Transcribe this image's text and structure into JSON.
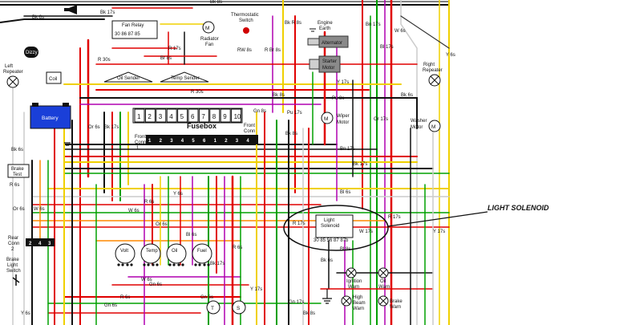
{
  "diagram": {
    "callout": "LIGHT SOLENOID",
    "components": {
      "fan_relay": "Fan Relay",
      "fan_relay_pins": "30  86  87  85",
      "thermostatic_switch": [
        "Thermostatic",
        "Switch"
      ],
      "radiator_fan": [
        "Radiator",
        "Fan"
      ],
      "engine_earth": [
        "Engine",
        "Earth"
      ],
      "alternator": "Alternator",
      "starter_motor": [
        "Starter",
        "Motor"
      ],
      "left_repeater": [
        "Left",
        "Repeater"
      ],
      "right_repeater": [
        "Right",
        "Repeater"
      ],
      "dizzy": "Dizzy",
      "coil": "Coil",
      "battery": "Battery",
      "oil_sender": "Oil Sender",
      "temp_sender": "Temp Sender",
      "fusebox": "Fusebox",
      "fuse_numbers": [
        "1",
        "2",
        "3",
        "4",
        "5",
        "6",
        "7",
        "8",
        "9",
        "10"
      ],
      "front_conn_1": [
        "Front",
        "Conn",
        "1"
      ],
      "front_conn_2": [
        "Front",
        "Conn",
        "2"
      ],
      "lower_fuse_numbers": [
        "1",
        "2",
        "3",
        "4",
        "5",
        "6",
        "1",
        "2",
        "3",
        "4"
      ],
      "wiper_motor": [
        "Wiper",
        "Motor"
      ],
      "washer_motor": [
        "Washer",
        "Motor"
      ],
      "brake_test": [
        "Brake",
        "Test"
      ],
      "rear_conn_2": [
        "Rear",
        "Conn",
        "2"
      ],
      "rear_conn_pins": [
        "2",
        "4",
        "3"
      ],
      "brake_light_switch": [
        "Brake",
        "Light",
        "Switch"
      ],
      "light_solenoid": [
        "Light",
        "Solenoid"
      ],
      "solenoid_pins": "30 85 56 87 87b",
      "ignition_warn": [
        "Ignition",
        "Warn"
      ],
      "oil_warn": [
        "Oil",
        "Warn"
      ],
      "high_beam_warn": [
        "High",
        "Beam",
        "Warn"
      ],
      "brake_warn": [
        "Brake",
        "Warn"
      ],
      "gauges": [
        "Volt",
        "Temp",
        "Oil",
        "Fuel"
      ],
      "gauge_short": [
        "Volt",
        "Temp",
        "Oil",
        "Fuel"
      ]
    },
    "wire_codes": {
      "bk6s_top": "Bk 6s",
      "bk17s_top": "Bk 17s",
      "bk8s_top": "Bk 8s",
      "bk_r8s": "Bk R 8s",
      "r30s": "R 30s",
      "br8s": "Br 8s",
      "r17s": "R 17s",
      "rw8s": "RW 8s",
      "rbr8s": "R Br 8s",
      "y17s": "Y 17s",
      "bk8s_mid": "Bk 8s",
      "r30s_mid": "R 30s",
      "bk6s_mid": "Bk 6s",
      "bn_right": "Bn 17s",
      "bk17s_right": "Bk 17s",
      "bl6s": "Bl 6s",
      "y6s": "Y 6s",
      "r6s": "R 6s",
      "w6s": "W 6s",
      "or6s": "Or 6s",
      "bl6s_lower": "Bl 6s",
      "gn6s": "Gn 6s",
      "w6s_lower": "W 6s",
      "r6s_lower": "R 6s",
      "y6s_top": "Y 6s",
      "w6s_right": "W 6s",
      "gn6s_left": "Gn 6s",
      "y17s_right": "Y 17s",
      "pu17s": "Pu 17s",
      "bk6s_left": "Bk 6s",
      "r6s_left": "R 6s",
      "y6s_left": "Y 6s",
      "or6s_left": "Or 6s",
      "w6s_left": "W 6s",
      "gn8s": "Gn 8s",
      "bk17s_b": "Bk 17s",
      "or6s_b": "Or 6s",
      "bk17s_c": "Bk 17s",
      "bl8s": "Bl 8s",
      "bk6s_b": "Bk 6s",
      "r17s_b": "R 17s",
      "or17s": "Or 17s",
      "bk8s_c": "Bk 8s",
      "bn17s": "Bn 17s",
      "bl17s": "Bl 17s",
      "y17s_b": "Y 17s",
      "r17s_c": "R 17s",
      "w17s": "W 17s",
      "gn17s": "Gn 17s",
      "pu8s": "Pu 8s",
      "bk8s_d": "Bk 8s",
      "gn6s_b": "Gn 6s",
      "r6s_c": "R 6s"
    }
  }
}
